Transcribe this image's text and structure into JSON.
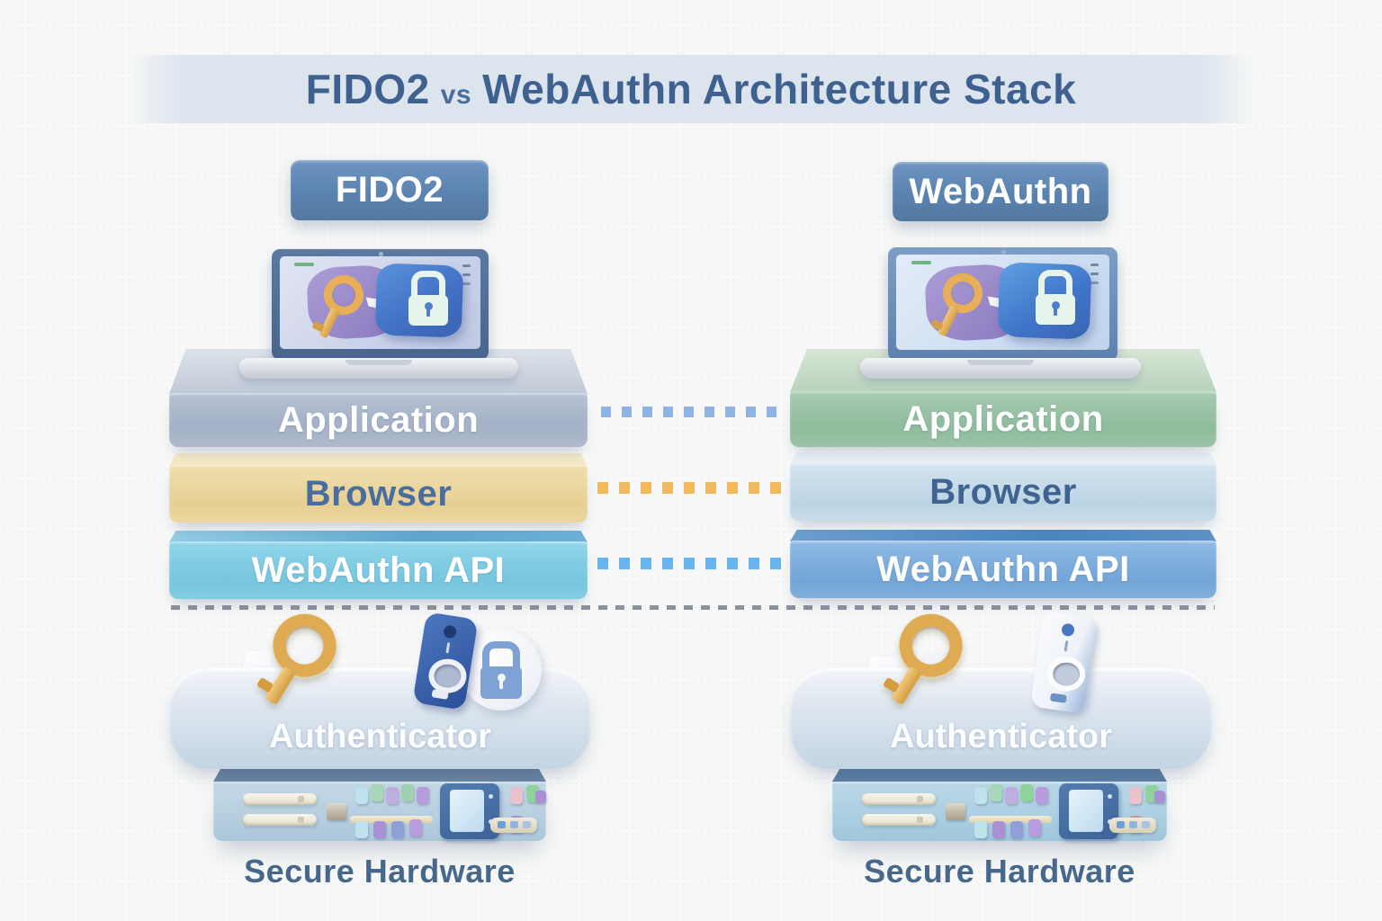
{
  "title": {
    "product": "FIDO2",
    "separator": "vs",
    "rest": "WebAuthn Architecture Stack"
  },
  "stacks": {
    "left": {
      "badge": "FIDO2",
      "layers": [
        "Application",
        "Browser",
        "WebAuthn API"
      ],
      "authenticator": "Authenticator",
      "hardware_caption": "Secure Hardware"
    },
    "right": {
      "badge": "WebAuthn",
      "layers": [
        "Application",
        "Browser",
        "WebAuthn API"
      ],
      "authenticator": "Authenticator",
      "hardware_caption": "Secure Hardware"
    }
  },
  "icons": {
    "laptop_screen": [
      "key-icon",
      "hand-cursor-icon",
      "padlock-icon"
    ],
    "left_authenticator": [
      "gold-key-icon",
      "usb-security-key-icon",
      "padlock-badge-icon",
      "paper-icon"
    ],
    "right_authenticator": [
      "gold-key-icon",
      "usb-security-key-icon",
      "paper-icon"
    ]
  },
  "colors": {
    "background": "#f7f8f7",
    "banner": "#dce4ee",
    "title_text": "#3f618f",
    "badge_blue": "#5b83b0",
    "left_application": "#a9b6cb",
    "left_browser": "#ecd8a0",
    "left_webauthn_api": "#84cfe6",
    "right_application": "#9ac3a6",
    "right_browser": "#c8dcea",
    "right_webauthn_api": "#7fb0de",
    "authenticator_slab": "#d5e0ec",
    "connector_application": "#8fb4e4",
    "connector_browser": "#f0ba5e",
    "connector_api": "#68b4ec",
    "divider_gray": "#8a929c",
    "caption_text": "#47688a"
  }
}
